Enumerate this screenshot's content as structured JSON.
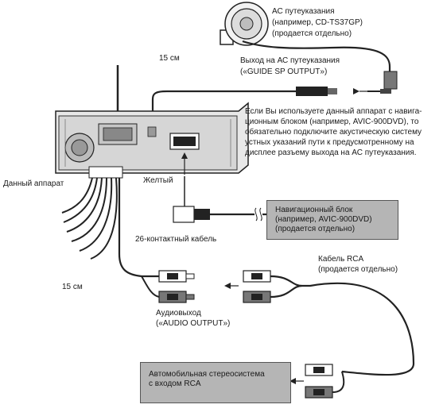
{
  "speaker": {
    "line1": "АС путеуказания",
    "line2": "(например, CD-TS37GP)",
    "line3": "(продается отдельно)"
  },
  "guide_output": {
    "line1": "Выход на АС путеуказания",
    "line2": "(«GUIDE SP OUTPUT»)"
  },
  "cable_length_top": "15 см",
  "cable_length_bottom": "15 см",
  "note": {
    "line1": "Если Вы используете данный аппарат с навига-",
    "line2": "ционным блоком (например, AVIC-900DVD), то",
    "line3": "обязательно подключите акустическую систему",
    "line4": "устных указаний пути к предусмотренному на",
    "line5": "дисплее разъему выхода на АС путеуказания."
  },
  "head_unit_label": "Данный аппарат",
  "yellow_label": "Желтый",
  "nav_unit": {
    "line1": "Навигационный блок",
    "line2": "(например,  AVIC-900DVD)",
    "line3": "(продается отдельно)"
  },
  "cable_26pin_label": "26-контактный кабель",
  "rca_cable": {
    "line1": "Кабель RCA",
    "line2": "(продается отдельно)"
  },
  "audio_output": {
    "line1": "Аудиовыход",
    "line2": "(«AUDIO OUTPUT»)"
  },
  "stereo": {
    "line1": "Автомобильная стереосистема",
    "line2": "с входом RCA"
  }
}
